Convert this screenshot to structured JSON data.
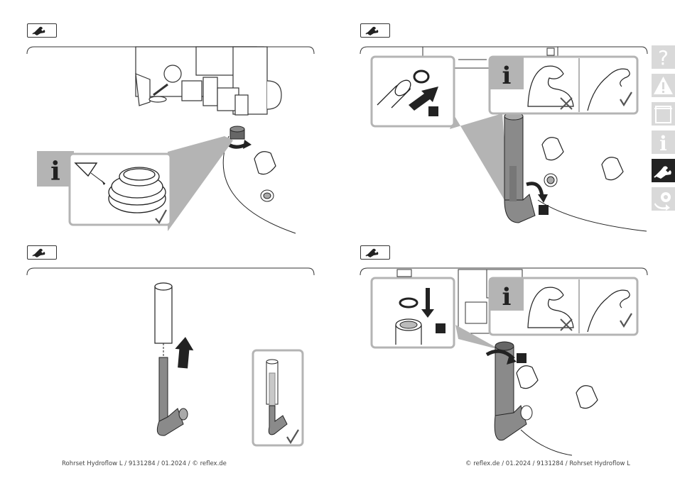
{
  "footer": {
    "left": "Rohrset Hydroflow L / 9131284 / 01.2024 / © reflex.de",
    "right": "© reflex.de / 01.2024 / 9131284 / Rohrset Hydroflow L"
  },
  "sidebar": {
    "tabs": [
      {
        "icon": "question-icon",
        "label": "?"
      },
      {
        "icon": "warning-icon",
        "label": "!"
      },
      {
        "icon": "cabinet-icon",
        "label": ""
      },
      {
        "icon": "info-icon",
        "label": "i"
      },
      {
        "icon": "wrench-hand-icon",
        "label": "",
        "active": true
      },
      {
        "icon": "recycle-gear-icon",
        "label": ""
      }
    ]
  },
  "panels": {
    "info_label": "i"
  },
  "colors": {
    "pipe_gray": "#8a8a8a",
    "panel_gray": "#b4b4b4",
    "dark": "#222222",
    "sidebar_gray": "#d9d9d9"
  }
}
